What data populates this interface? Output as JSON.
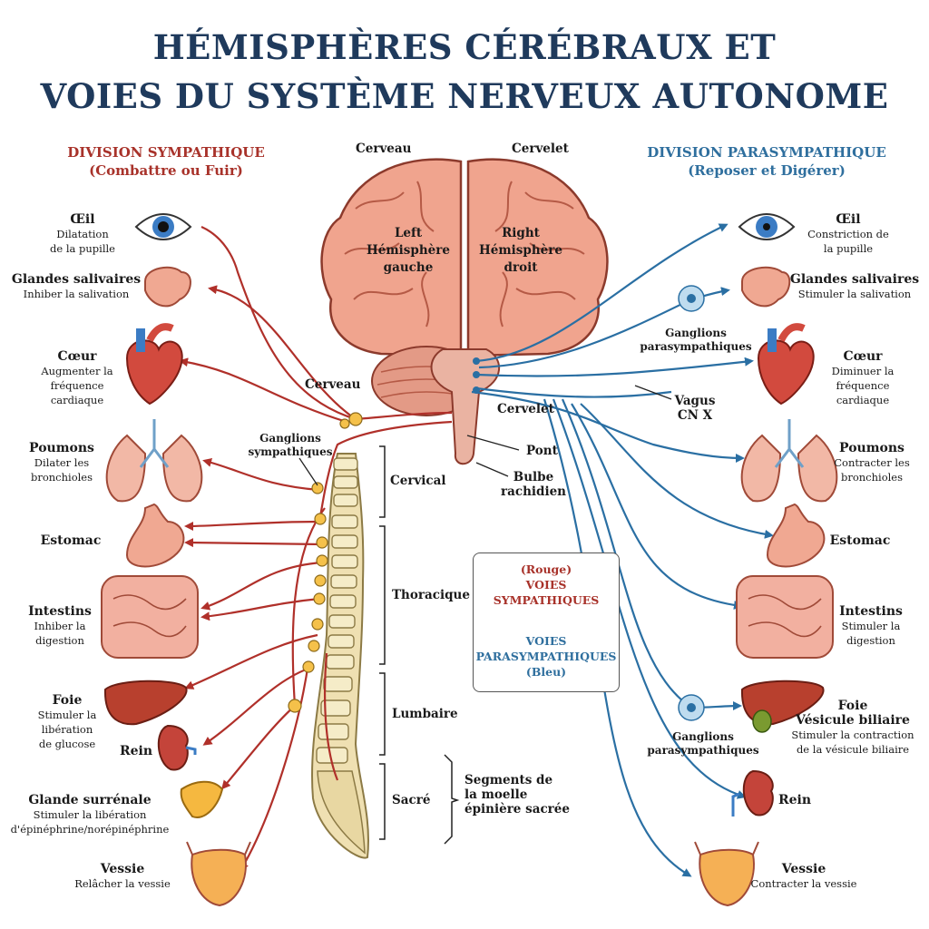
{
  "title": {
    "line1": "HÉMISPHÈRES CÉRÉBRAUX ET",
    "line2": "VOIES DU SYSTÈME NERVEUX AUTONOME"
  },
  "sympathetic": {
    "title": "DIVISION SYMPATHIQUE",
    "subtitle": "(Combattre ou Fuir)"
  },
  "parasympathetic": {
    "title": "DIVISION PARASYMPATHIQUE",
    "subtitle": "(Reposer et Digérer)"
  },
  "brain": {
    "top_left": "Cerveau",
    "top_right": "Cervelet",
    "left_hemi": [
      "Left",
      "Hémisphère",
      "gauche"
    ],
    "right_hemi": [
      "Right",
      "Hémisphère",
      "droit"
    ],
    "cerveau": "Cerveau",
    "cervelet": "Cervelet",
    "pont": "Pont",
    "bulbe": [
      "Bulbe",
      "rachidien"
    ]
  },
  "spine": {
    "ganglia": [
      "Ganglions",
      "sympathiques"
    ],
    "cervical": "Cervical",
    "thoracique": "Thoracique",
    "lombaire": "Lumbaire",
    "sacre": "Sacré",
    "sacral_segments": [
      "Segments de",
      "la moelle",
      "épinière sacrée"
    ]
  },
  "left_organs": {
    "eye": {
      "name": "Œil",
      "desc": [
        "Dilatation",
        "de la pupille"
      ]
    },
    "salivary": {
      "name": "Glandes salivaires",
      "desc": [
        "Inhiber la salivation"
      ]
    },
    "heart": {
      "name": "Cœur",
      "desc": [
        "Augmenter la",
        "fréquence",
        "cardiaque"
      ]
    },
    "lungs": {
      "name": "Poumons",
      "desc": [
        "Dilater les",
        "bronchioles"
      ]
    },
    "stomach": {
      "name": "Estomac",
      "desc": []
    },
    "intestines": {
      "name": "Intestins",
      "desc": [
        "Inhiber la",
        "digestion"
      ]
    },
    "liver": {
      "name": "Foie",
      "desc": [
        "Stimuler la",
        "libération",
        "de glucose"
      ]
    },
    "kidney": {
      "name": "Rein",
      "desc": []
    },
    "adrenal": {
      "name": "Glande surrénale",
      "desc": [
        "Stimuler la libération",
        "d'épinéphrine/norépinéphrine"
      ]
    },
    "bladder": {
      "name": "Vessie",
      "desc": [
        "Relâcher la vessie"
      ]
    }
  },
  "right_organs": {
    "eye": {
      "name": "Œil",
      "desc": [
        "Constriction de",
        "la pupille"
      ]
    },
    "salivary": {
      "name": "Glandes salivaires",
      "desc": [
        "Stimuler la salivation"
      ]
    },
    "heart": {
      "name": "Cœur",
      "desc": [
        "Diminuer la",
        "fréquence",
        "cardiaque"
      ]
    },
    "lungs": {
      "name": "Poumons",
      "desc": [
        "Contracter les",
        "bronchioles"
      ]
    },
    "stomach": {
      "name": "Estomac",
      "desc": []
    },
    "intestines": {
      "name": "Intestins",
      "desc": [
        "Stimuler la",
        "digestion"
      ]
    },
    "liver": {
      "name": "Foie",
      "desc": [
        "Vésicule biliaire",
        "Stimuler la contraction",
        "de la vésicule biliaire"
      ]
    },
    "kidney": {
      "name": "Rein",
      "desc": []
    },
    "bladder": {
      "name": "Vessie",
      "desc": [
        "Contracter la vessie"
      ]
    }
  },
  "parasym_ganglia_top": [
    "Ganglions",
    "parasympathiques"
  ],
  "parasym_ganglia_bottom": [
    "Ganglions",
    "parasympathiques"
  ],
  "vagus": [
    "Vagus",
    "CN X"
  ],
  "legend": {
    "red_label": "(Rouge)",
    "red_line1": "VOIES",
    "red_line2": "SYMPATHIQUES",
    "blue_line1": "VOIES",
    "blue_line2": "PARASYMPATHIQUES",
    "blue_label": "(Bleu)"
  },
  "colors": {
    "sympathetic": "#b0302a",
    "parasympathetic": "#2a6fa3",
    "title": "#1f3a5c",
    "brain": "#f0a48e"
  }
}
